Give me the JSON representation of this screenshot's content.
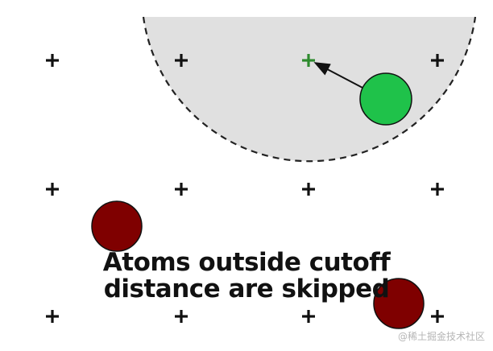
{
  "caption": {
    "line1": "Atoms outside cutoff",
    "line2": "distance are skipped"
  },
  "watermark": "@稀土掘金技术社区",
  "colors": {
    "cutoff_fill": "#e0e0e0",
    "cutoff_border": "#222222",
    "target_grid_point": "#2e8b2e",
    "inside_atom": "#1fc24a",
    "outside_atom": "#7f0000",
    "grid_point": "#111111"
  },
  "legend_icons": {
    "grid_point": "plus-icon",
    "direction": "arrow-icon"
  }
}
